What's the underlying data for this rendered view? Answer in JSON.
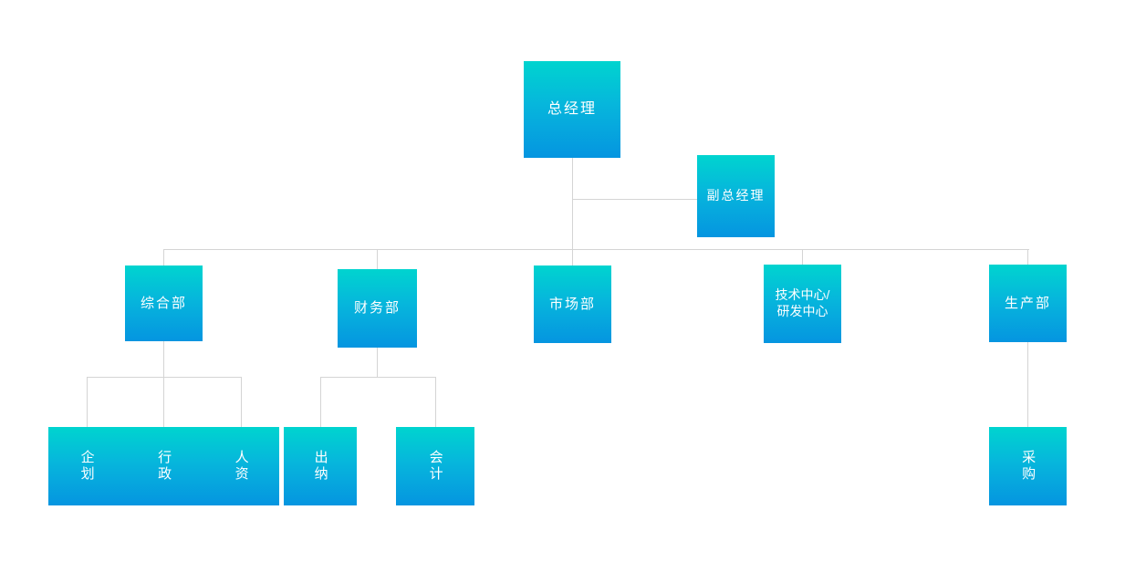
{
  "chart_meta": {
    "type": "org-chart",
    "title": "",
    "background_color": "#ffffff",
    "node_gradient_top": "#00d4cf",
    "node_gradient_bottom": "#0595e0",
    "connector_color": "#d4d4d4",
    "text_color": "#ffffff"
  },
  "nodes": {
    "general_manager": {
      "label": "总经理"
    },
    "deputy_general_manager": {
      "label": "副总经理"
    },
    "general_affairs": {
      "label": "综合部"
    },
    "finance": {
      "label": "财务部"
    },
    "marketing": {
      "label": "市场部"
    },
    "tech_center": {
      "label": "技术中心/\n研发中心"
    },
    "production": {
      "label": "生产部"
    },
    "planning": {
      "label": "企划"
    },
    "administration": {
      "label": "行政"
    },
    "human_resources": {
      "label": "人资"
    },
    "cashier": {
      "label": "出纳"
    },
    "accounting": {
      "label": "会计"
    },
    "procurement": {
      "label": "采购"
    }
  },
  "hierarchy": {
    "root": "总经理",
    "level_1_staff": [
      "副总经理"
    ],
    "level_2_departments": [
      "综合部",
      "财务部",
      "市场部",
      "技术中心/研发中心",
      "生产部"
    ],
    "level_3_units": {
      "综合部": [
        "企划",
        "行政",
        "人资"
      ],
      "财务部": [
        "出纳",
        "会计"
      ],
      "生产部": [
        "采购"
      ]
    }
  }
}
